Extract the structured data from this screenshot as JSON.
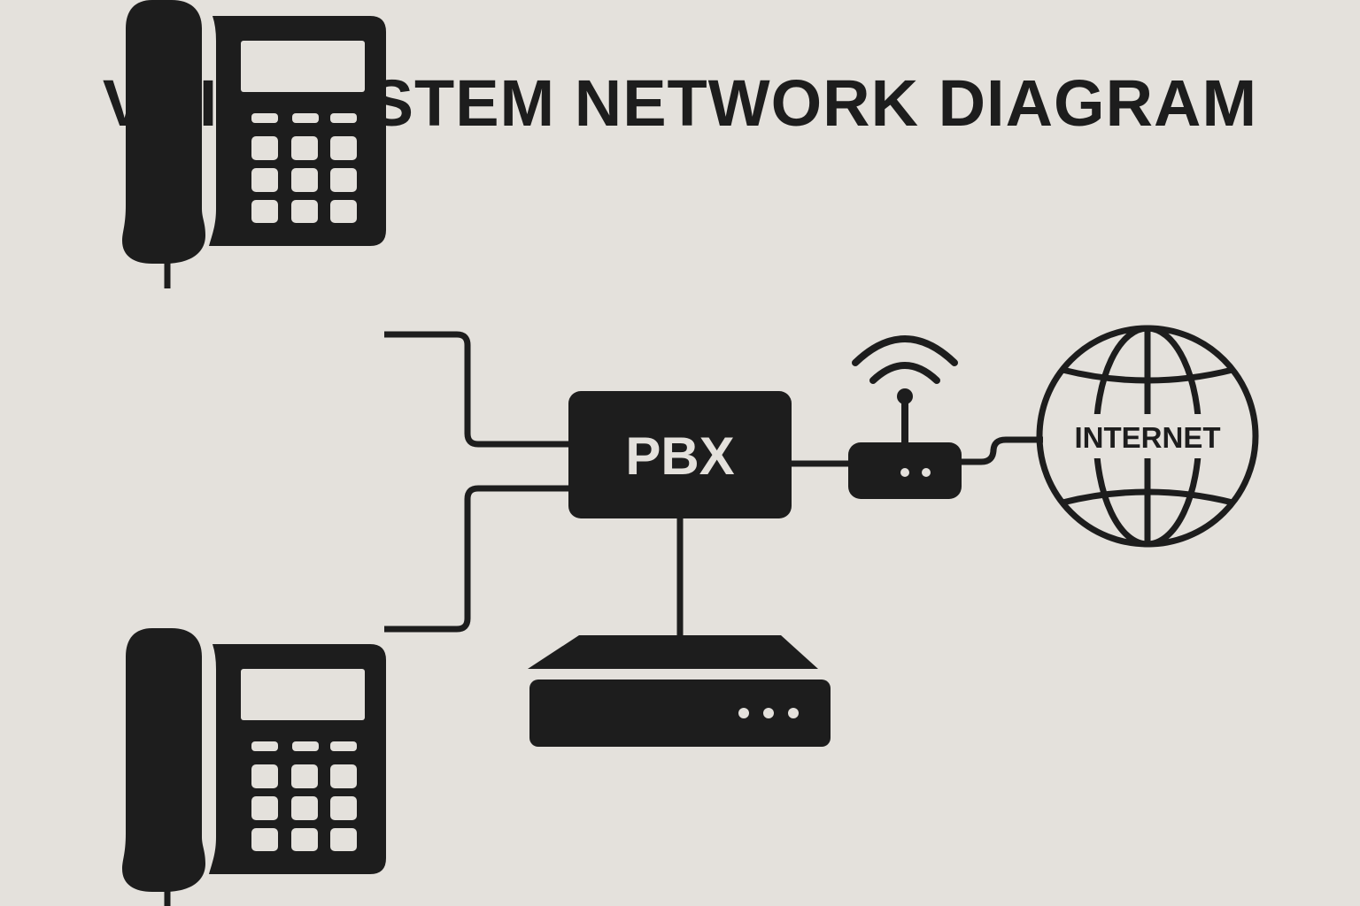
{
  "title": "VOIP SYSTEM NETWORK DIAGRAM",
  "colors": {
    "background": "#e4e1dc",
    "foreground": "#1d1d1d"
  },
  "nodes": {
    "phone_1": {
      "icon": "desk-phone-icon"
    },
    "phone_2": {
      "icon": "desk-phone-icon"
    },
    "pbx": {
      "icon": "pbx-box",
      "label": "PBX"
    },
    "router": {
      "icon": "wifi-router-icon"
    },
    "internet": {
      "icon": "globe-icon",
      "label": "INTERNET"
    },
    "server": {
      "icon": "server-appliance-icon"
    }
  },
  "connections": [
    {
      "from": "phone_1",
      "to": "pbx"
    },
    {
      "from": "phone_2",
      "to": "pbx"
    },
    {
      "from": "pbx",
      "to": "server"
    },
    {
      "from": "pbx",
      "to": "router"
    },
    {
      "from": "router",
      "to": "internet"
    }
  ]
}
